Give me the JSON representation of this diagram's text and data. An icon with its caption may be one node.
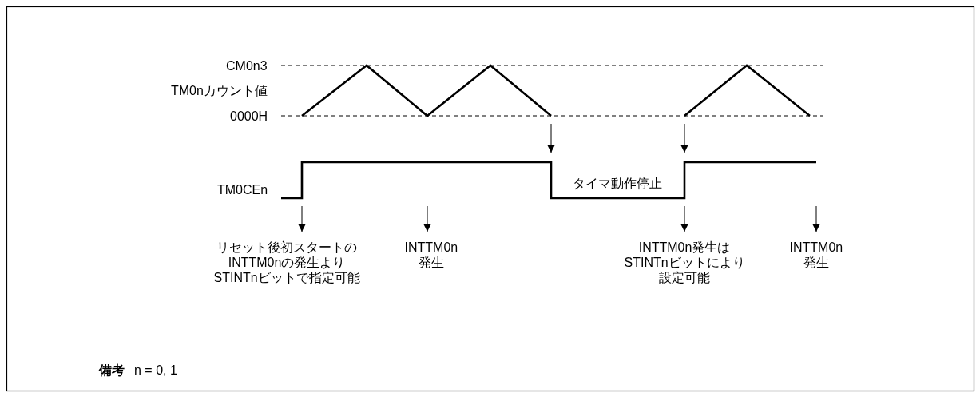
{
  "diagram": {
    "nodes": [
      {
        "text": [],
        "shape": "line"
      },
      {
        "text": [],
        "shape": "line"
      },
      {
        "text": [
          "リセット後初スタートのINTTM0nの発生よりSTINTnビットで指定可能"
        ]
      },
      {
        "text": [
          "INTTM0n発生"
        ]
      },
      {
        "text": [
          "INTTM0n発生はSTINTnビットにより設定可能"
        ]
      },
      {
        "text": [
          "INTTM0n発生"
        ]
      }
    ],
    "edges": [
      {
        "from": 0,
        "to": 1,
        "arrow": "to"
      },
      {
        "from": 0,
        "to": 1,
        "arrow": "to"
      },
      {
        "from": 1,
        "to": 2,
        "arrow": "to"
      },
      {
        "from": 1,
        "to": 3,
        "arrow": "to"
      },
      {
        "from": 1,
        "to": 4,
        "arrow": "to"
      },
      {
        "from": 1,
        "to": 5,
        "arrow": "to"
      }
    ],
    "labels": [
      "CM0n3",
      "TM0nカウント値",
      "0000H",
      "TM0CEn",
      "タイマ動作停止",
      "備考",
      "n = 0, 1"
    ]
  }
}
